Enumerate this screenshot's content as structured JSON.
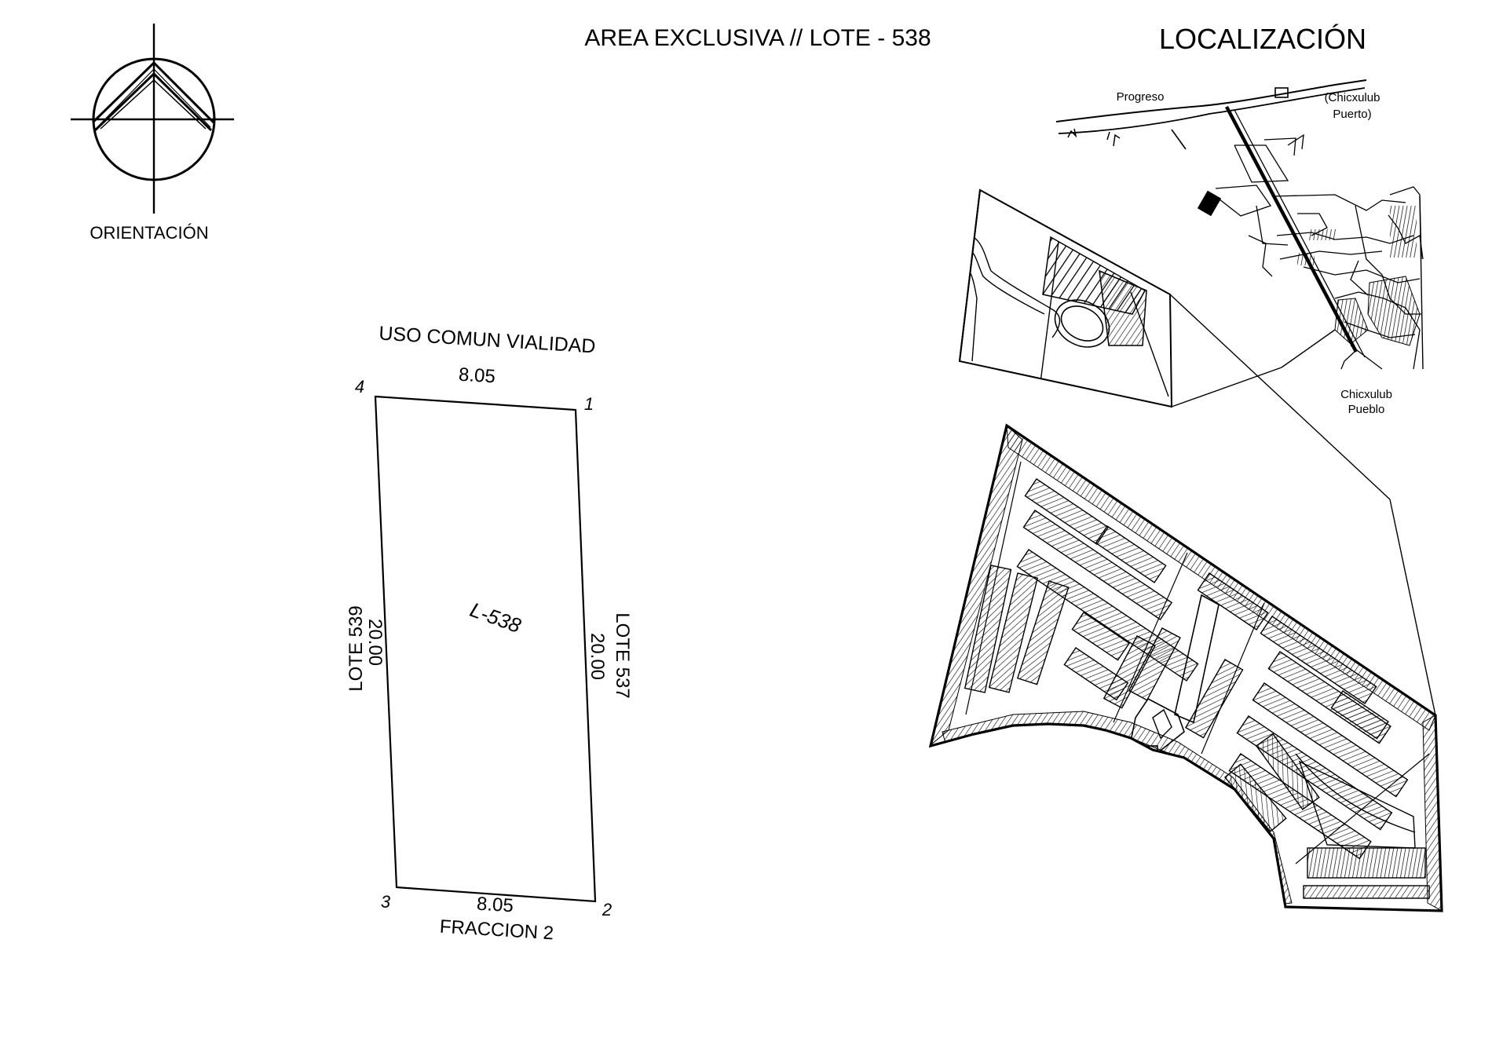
{
  "title": "AREA EXCLUSIVA // LOTE - 538",
  "orientation": {
    "label": "ORIENTACIÓN"
  },
  "lot": {
    "id_label": "L-538",
    "north_label": "USO COMUN VIALIDAD",
    "south_label": "FRACCION 2",
    "west_label": "LOTE 539",
    "east_label": "LOTE 537",
    "north_side": "8.05",
    "south_side": "8.05",
    "west_side": "20.00",
    "east_side": "20.00",
    "vertices": [
      "1",
      "2",
      "3",
      "4"
    ]
  },
  "location": {
    "title": "LOCALIZACIÓN",
    "places": {
      "progreso": "Progreso",
      "chicxulub_puerto_1": "(Chicxulub",
      "chicxulub_puerto_2": "Puerto)",
      "chicxulub_pueblo_1": "Chicxulub",
      "chicxulub_pueblo_2": "Pueblo"
    }
  }
}
